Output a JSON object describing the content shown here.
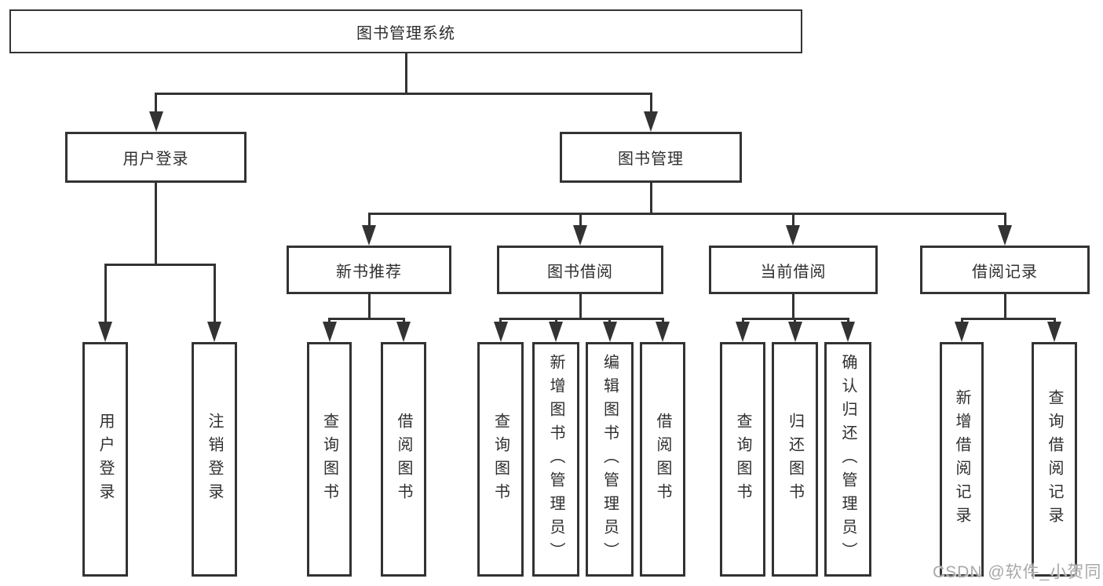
{
  "diagram": {
    "root": "图书管理系统",
    "level2": {
      "user_login": "用户登录",
      "book_mgmt": "图书管理"
    },
    "level3": {
      "new_books": "新书推荐",
      "borrow": "图书借阅",
      "current": "当前借阅",
      "records": "借阅记录"
    },
    "leaves": {
      "user_login": [
        "用户登录",
        "注销登录"
      ],
      "new_books": [
        "查询图书",
        "借阅图书"
      ],
      "borrow": [
        "查询图书",
        "新增图书（管理员）",
        "编辑图书（管理员）",
        "借阅图书"
      ],
      "current": [
        "查询图书",
        "归还图书",
        "确认归还（管理员）"
      ],
      "records": [
        "新增借阅记录",
        "查询借阅记录"
      ]
    }
  },
  "watermark": "CSDN @软件_小贺同学",
  "colors": {
    "line": "#333333",
    "text": "#2f2f2f",
    "watermark": "#a8a8a8",
    "background": "#ffffff"
  }
}
